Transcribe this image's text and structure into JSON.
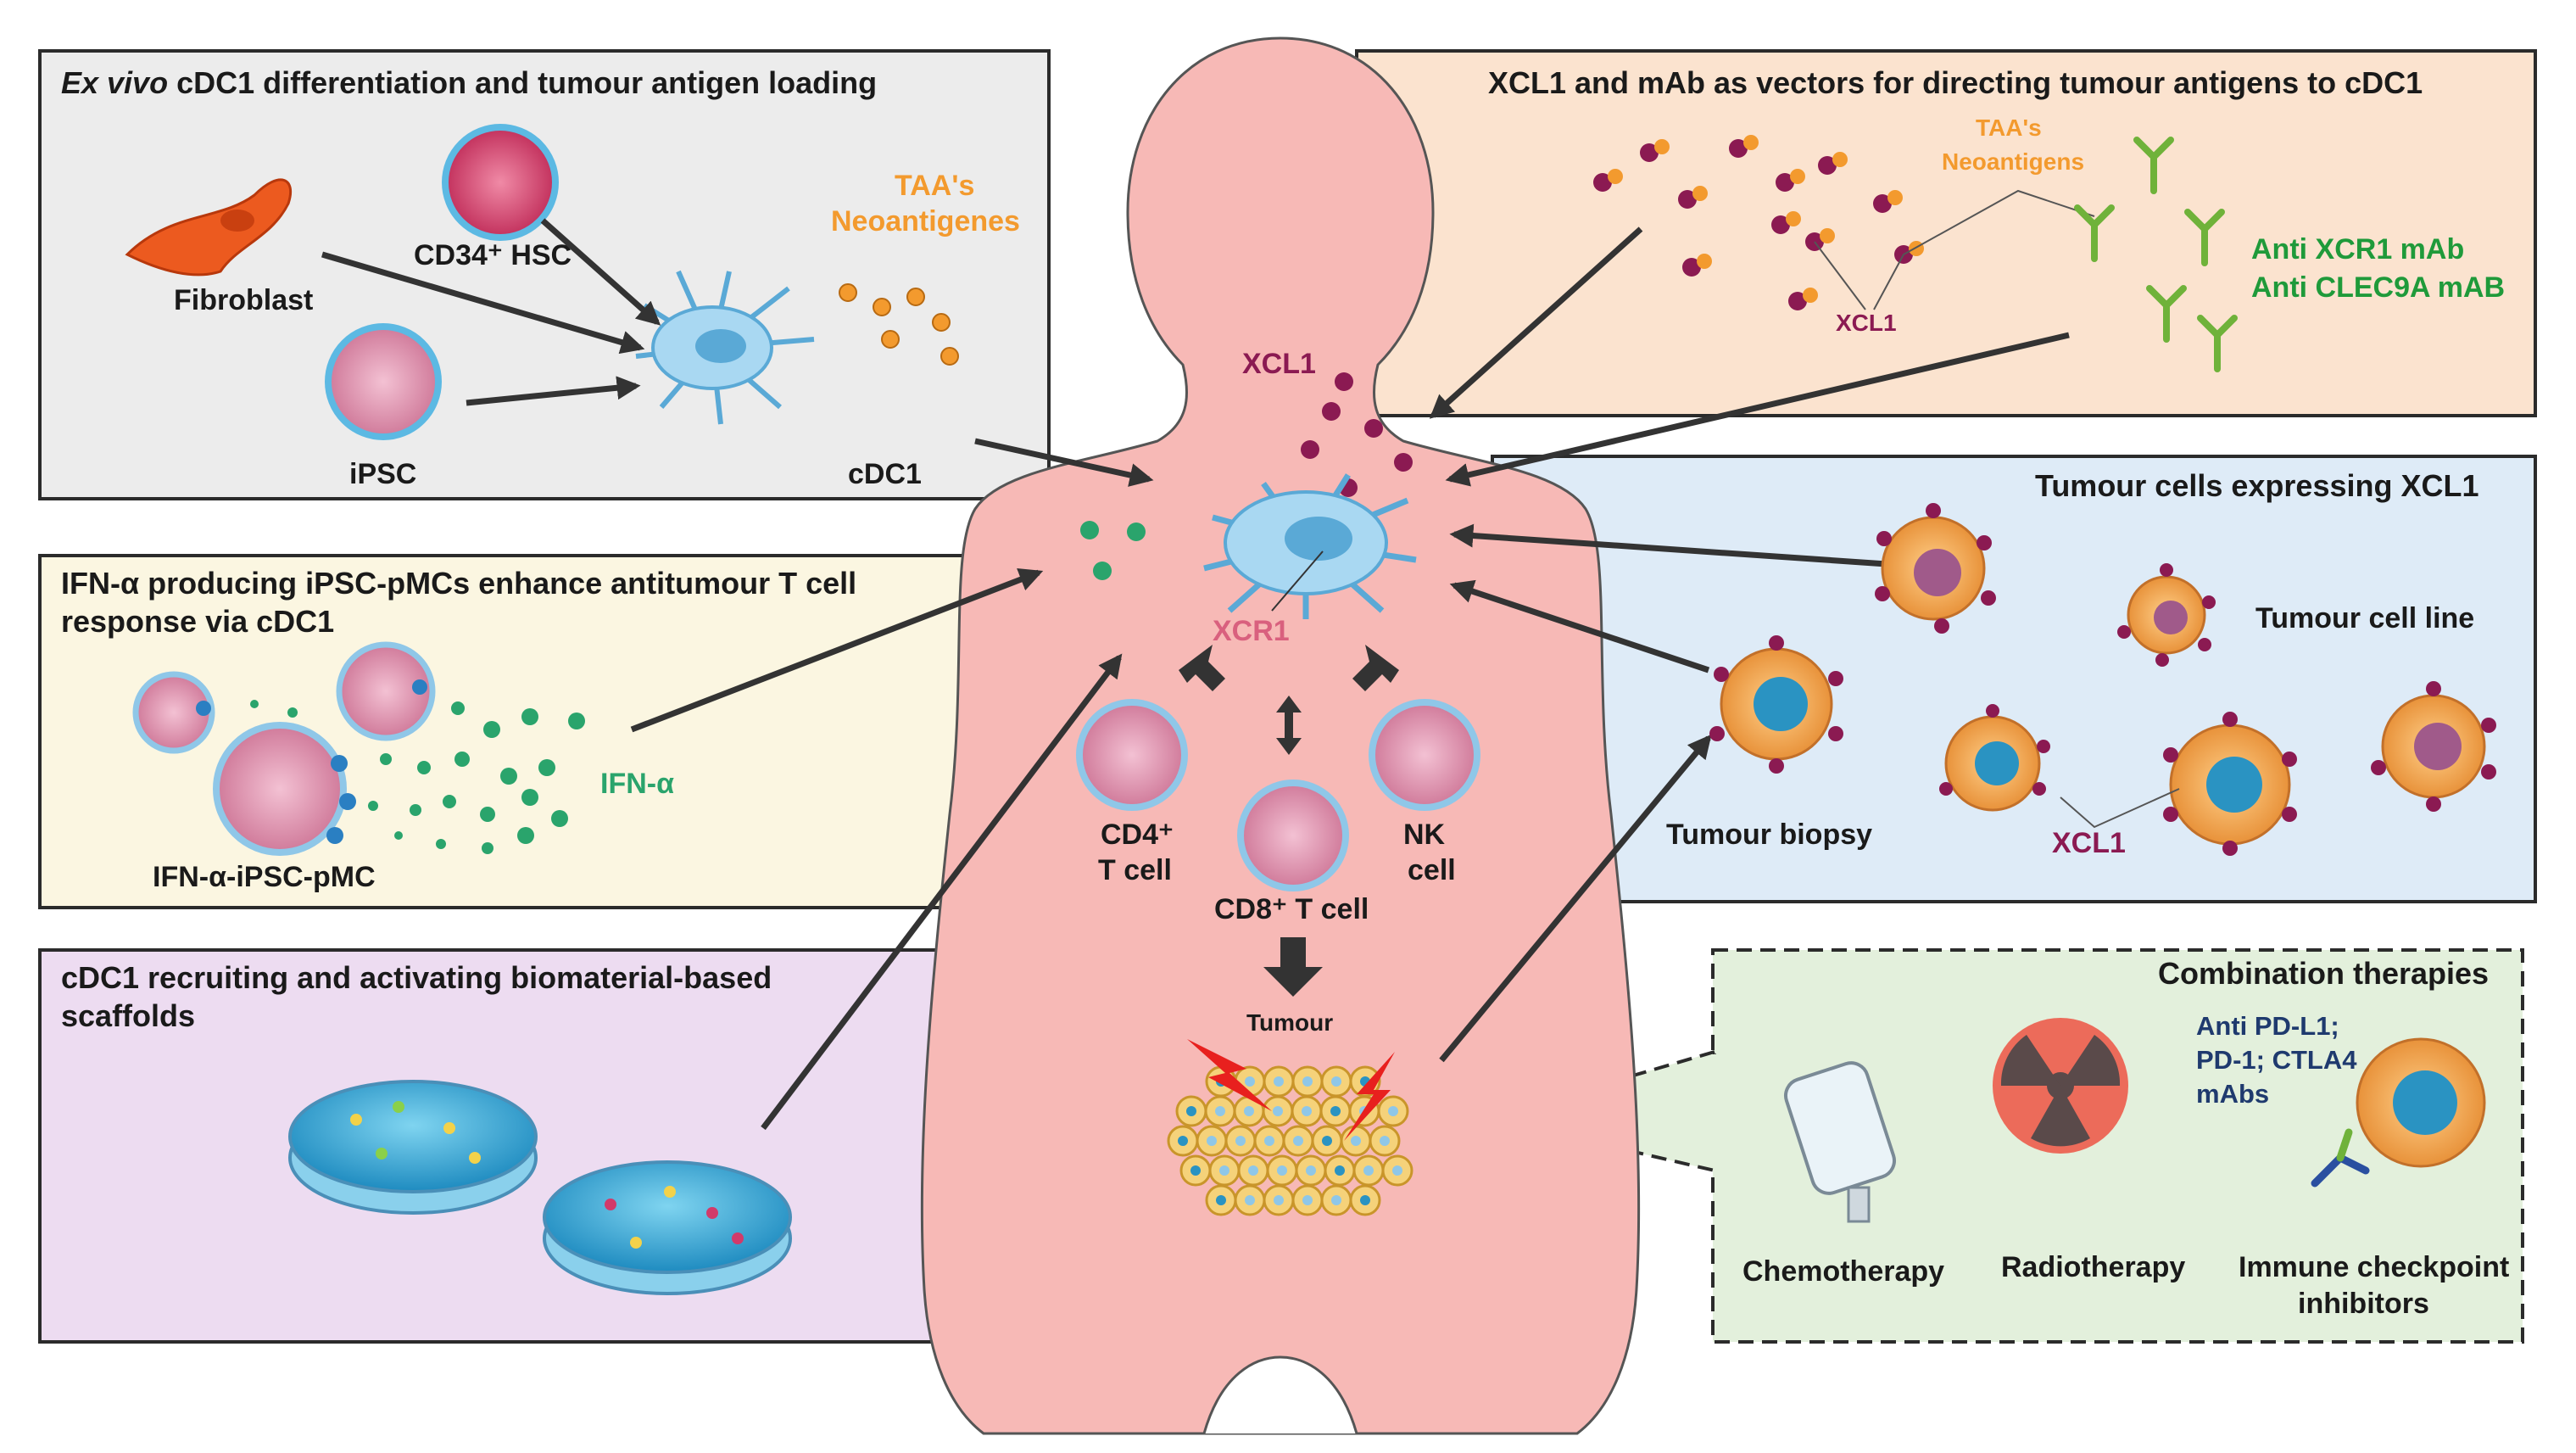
{
  "panels": {
    "ex_vivo": {
      "title_italic": "Ex vivo",
      "title_rest": " cDC1 differentiation and tumour antigen loading",
      "fibroblast": "Fibroblast",
      "cd34_hsc": "CD34⁺ HSC",
      "ipsc": "iPSC",
      "cdc1": "cDC1",
      "taa_line1": "TAA's",
      "taa_line2": "Neoantigenes"
    },
    "xcl1_mab": {
      "title": "XCL1 and mAb as vectors for directing tumour antigens to cDC1",
      "taa_line1": "TAA's",
      "taa_line2": "Neoantigens",
      "xcl1": "XCL1",
      "anti_xcr1": "Anti XCR1 mAb",
      "anti_clec9a": "Anti CLEC9A mAB"
    },
    "ifn": {
      "title_line1": "IFN-α producing iPSC-pMCs enhance antitumour T cell",
      "title_line2": "response via cDC1",
      "ifn_alpha": "IFN-α",
      "cell_label": "IFN-α-iPSC-pMC"
    },
    "tumour_cells": {
      "title": "Tumour cells expressing XCL1",
      "cell_line": "Tumour cell line",
      "biopsy": "Tumour biopsy",
      "xcl1": "XCL1"
    },
    "scaffolds": {
      "title_line1": "cDC1 recruiting and activating biomaterial-based",
      "title_line2": "scaffolds"
    },
    "combination": {
      "title": "Combination therapies",
      "chemo": "Chemotherapy",
      "radio": "Radiotherapy",
      "mabs_line1": "Anti PD-L1;",
      "mabs_line2": "PD-1; CTLA4",
      "mabs_line3": "mAbs",
      "icb_line1": "Immune checkpoint",
      "icb_line2": "inhibitors"
    }
  },
  "center": {
    "xcl1": "XCL1",
    "xcr1": "XCR1",
    "cd4_line1": "CD4⁺",
    "cd4_line2": "T cell",
    "cd8": "CD8⁺ T cell",
    "nk_line1": "NK",
    "nk_line2": "cell",
    "tumour": "Tumour"
  },
  "colors": {
    "body": "#f7b9b6",
    "exvivo_bg": "#ececec",
    "xcl1_bg": "#fbe3cf",
    "ifn_bg": "#fbf6e1",
    "tumourcells_bg": "#deebf7",
    "scaffold_bg": "#eddcf1",
    "combination_bg": "#e3f0dc",
    "antigen_orange": "#f39a2e",
    "xcl1_purple": "#8b1a52",
    "mab_green": "#1f9a3a",
    "ifn_teal": "#2aa46c"
  }
}
